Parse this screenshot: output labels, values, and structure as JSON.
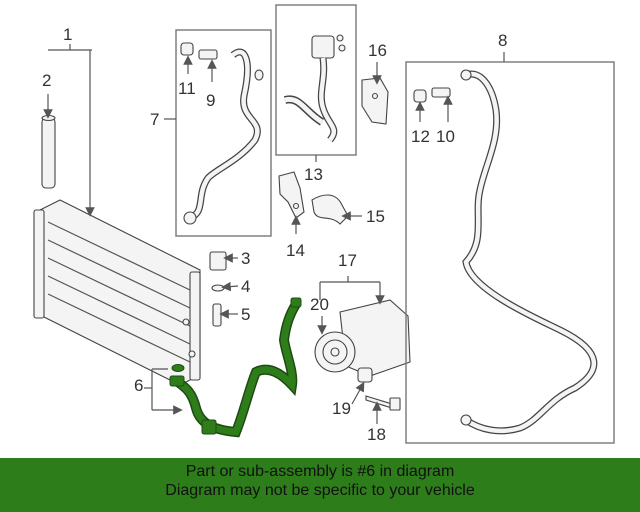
{
  "callouts": {
    "c1": "1",
    "c2": "2",
    "c3": "3",
    "c4": "4",
    "c5": "5",
    "c6": "6",
    "c7": "7",
    "c8": "8",
    "c9": "9",
    "c10": "10",
    "c11": "11",
    "c12": "12",
    "c13": "13",
    "c14": "14",
    "c15": "15",
    "c16": "16",
    "c17": "17",
    "c18": "18",
    "c19": "19",
    "c20": "20"
  },
  "banner": {
    "line1": "Part or sub-assembly is #6 in diagram",
    "line2": "Diagram may not be specific to your vehicle"
  },
  "colors": {
    "highlight": "#2e7d1b",
    "banner_bg": "#2e7d1b",
    "line": "#555555"
  }
}
